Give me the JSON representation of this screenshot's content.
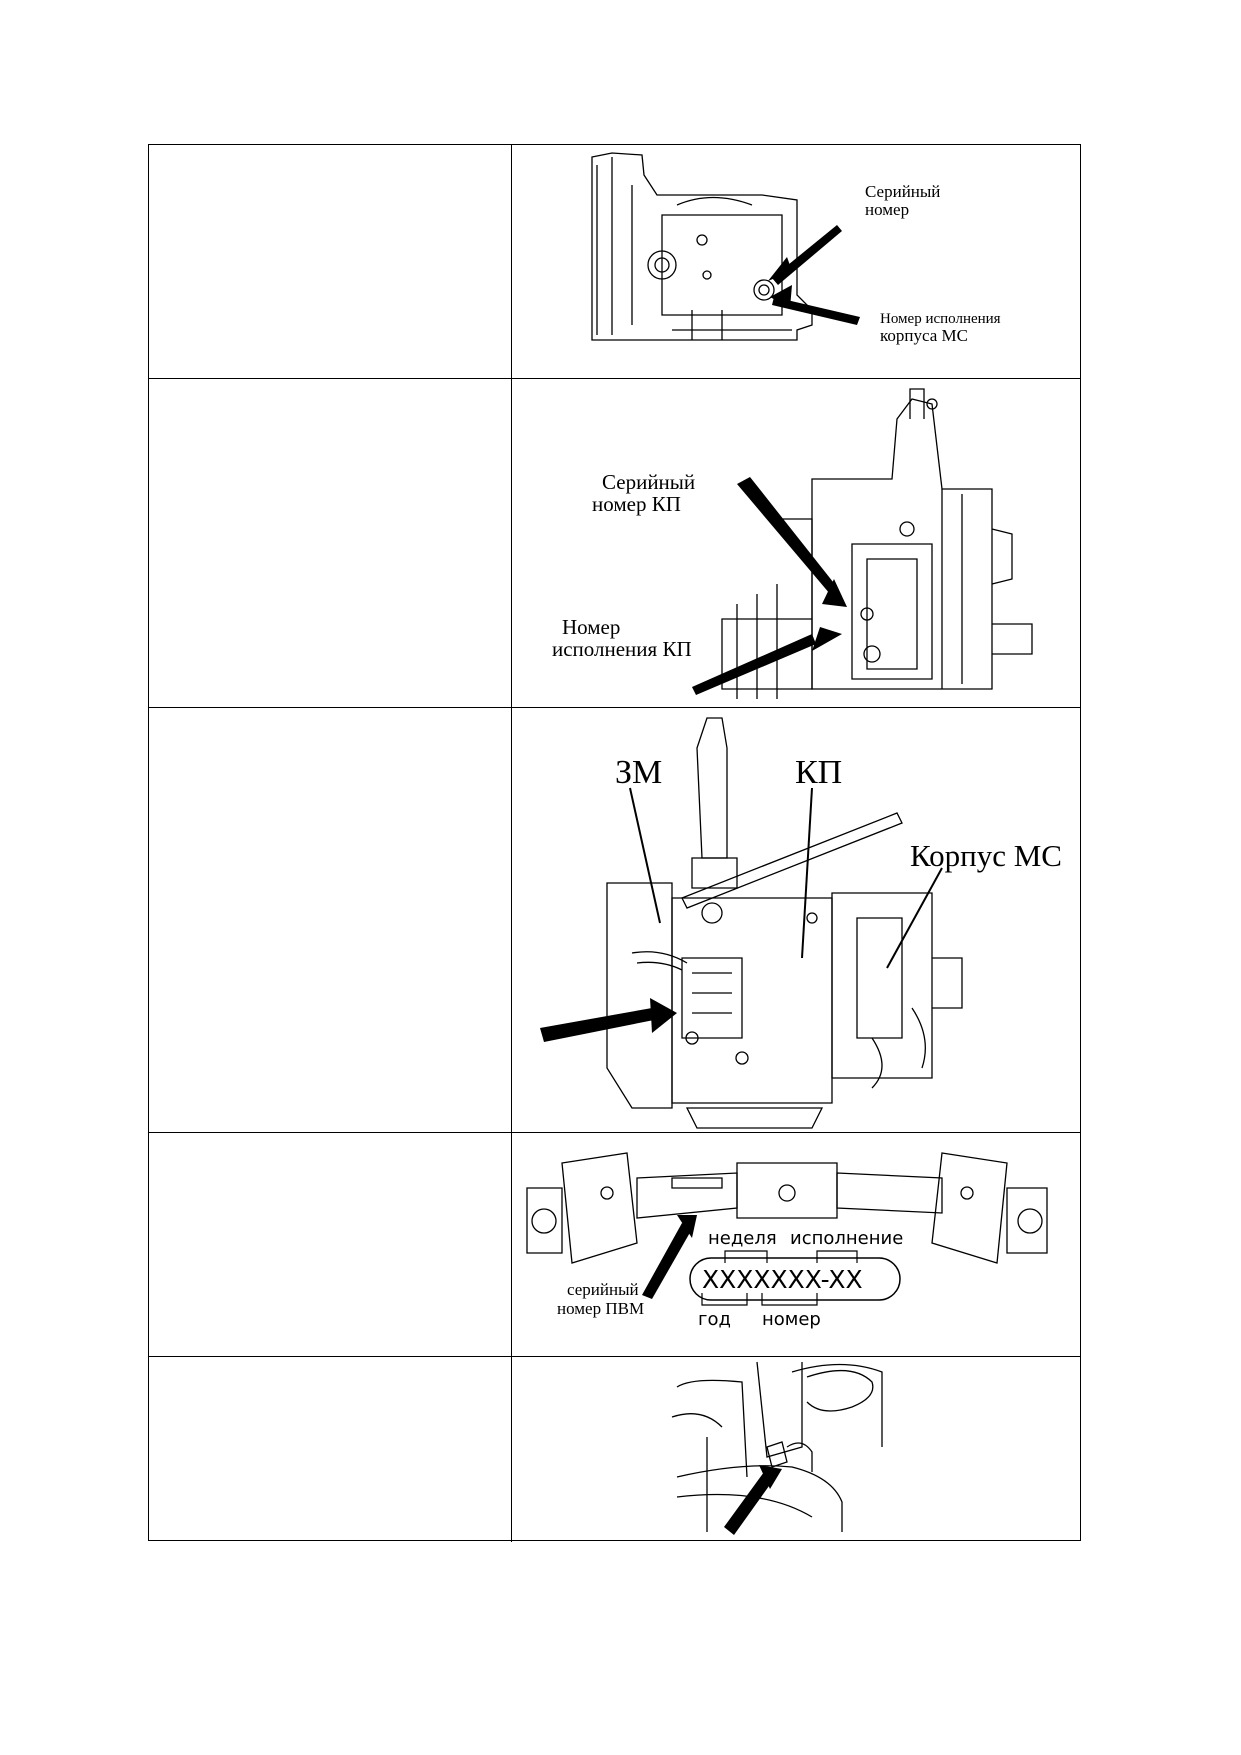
{
  "rows": [
    {
      "labels": {
        "serial": [
          "Серийный",
          "номер"
        ],
        "variant": [
          "Номер исполнения",
          "корпуса МС"
        ]
      }
    },
    {
      "labels": {
        "serial": [
          "Серийный",
          "номер КП"
        ],
        "variant": [
          "Номер",
          "исполнения КП"
        ]
      }
    },
    {
      "labels": {
        "zm": "ЗМ",
        "kp": "КП",
        "ms": "Корпус МС"
      }
    },
    {
      "labels": {
        "week": "неделя",
        "variant": "исполнение",
        "code": "XXXXXXX-XX",
        "year": "год",
        "number": "номер",
        "serial": [
          "серийный",
          "номер ПВМ"
        ]
      }
    },
    {
      "labels": {}
    }
  ]
}
